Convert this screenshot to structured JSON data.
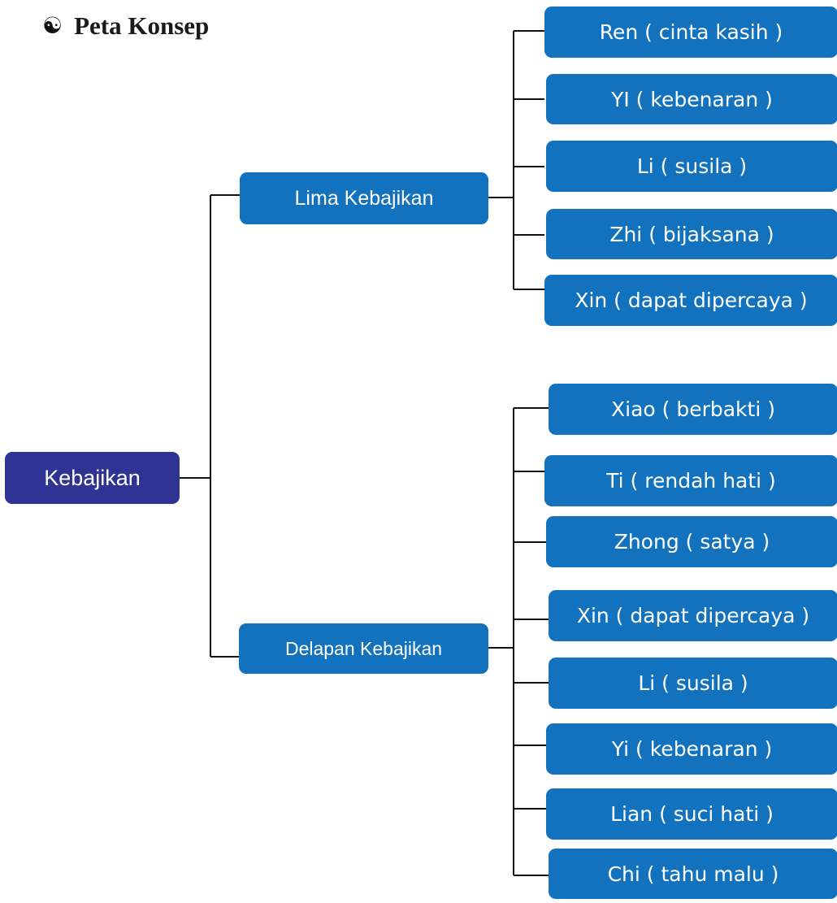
{
  "header": {
    "icon": "yin-yang-icon",
    "title": "Peta Konsep"
  },
  "root": {
    "label": "Kebajikan"
  },
  "groups": [
    {
      "label": "Lima Kebajikan",
      "items": [
        "Ren ( cinta kasih )",
        "YI ( kebenaran )",
        "Li ( susila )",
        "Zhi ( bijaksana )",
        "Xin ( dapat dipercaya )"
      ]
    },
    {
      "label": "Delapan Kebajikan",
      "items": [
        "Xiao ( berbakti )",
        "Ti ( rendah hati )",
        "Zhong ( satya )",
        "Xin ( dapat dipercaya )",
        "Li ( susila )",
        "Yi ( kebenaran )",
        "Lian ( suci hati )",
        "Chi ( tahu malu )"
      ]
    }
  ],
  "colors": {
    "root": "#2f3394",
    "box": "#1272bd",
    "line": "#111111"
  }
}
